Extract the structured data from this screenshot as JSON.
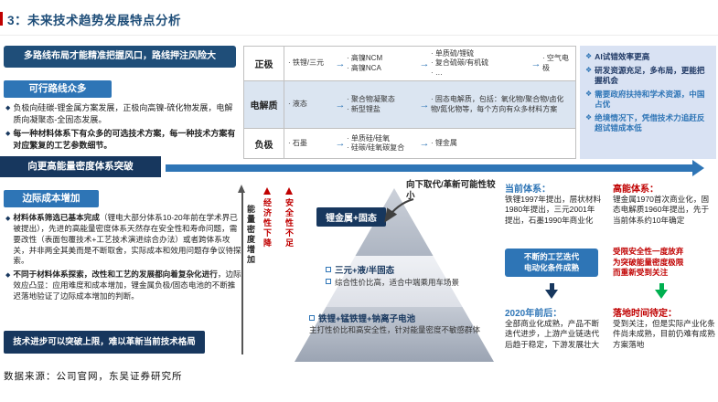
{
  "title": "3：未来技术趋势发展特点分析",
  "source": "数据来源：公司官网，东吴证券研究所",
  "icons": {
    "arrow_right": "→",
    "diamond_bullet": "❖",
    "diamond_small": "◆"
  },
  "colors": {
    "navy": "#17375e",
    "blue": "#2e75b6",
    "red": "#c00000",
    "green": "#00b050",
    "light_blue_bg": "#d9e2f3",
    "accent_red": "#c00000",
    "title_blue": "#1f4e79"
  },
  "left": {
    "headline": "多路线布局才能精准把握风口，路线押注风险大",
    "routes_title": "可行路线众多",
    "routes_bullets": [
      {
        "text": "负极向硅碳-锂金属方案发展，正极向高镍-硫化物发展，电解质向凝聚态-全固态发展。"
      },
      {
        "text": "每一种材料体系下有众多的可选技术方案，每一种技术方案有对应繁复的工艺参数细节。"
      }
    ],
    "banner": "向更高能量密度体系突破",
    "cost_title": "边际成本增加",
    "cost_bullets": [
      {
        "lead": "材料体系筛选已基本完成",
        "rest": "（锂电大部分体系10-20年前在学术界已被提出），先进的高能量密度体系天然存在安全性和寿命问题，需要改性（表面包覆技术+工艺技术演进综合办法）或者跨体系攻关，并非两全其美而是不断取舍，实际成本和效用问题存争议待探索。"
      },
      {
        "lead": "不同于材料体系探索，改性和工艺的发展都向着复杂化进行",
        "rest": "，边际效应凸显：应用难度和成本增加，锂金属负极/固态电池的不断推迟落地验证了边际成本增加的判断。"
      }
    ],
    "conclusion": "技术进步可以突破上限，难以革新当前技术格局"
  },
  "route_table": {
    "rows": [
      {
        "label": "正极",
        "cells": [
          [
            "铁锂/三元"
          ],
          [
            "高镍NCM",
            "高镍NCA"
          ],
          [
            "单质硫/锂硫",
            "复合硫碳/有机硫",
            "…"
          ],
          [
            "空气电极"
          ]
        ]
      },
      {
        "label": "电解质",
        "cells": [
          [
            "液态"
          ],
          [
            "聚合物凝聚态",
            "新型锂盐"
          ],
          [
            "固态电解质，包括：氧化物/聚合物/卤化物/氮化物等，每个方向有众多材料方案"
          ]
        ]
      },
      {
        "label": "负极",
        "cells": [
          [
            "石墨"
          ],
          [
            "单质硅/硅氧",
            "硅碳/硅氧碳复合"
          ],
          [
            "锂金属"
          ]
        ]
      }
    ]
  },
  "insights": [
    {
      "text": "AI试错效率更高"
    },
    {
      "text": "研发资源充足，多布局，更能把握机会"
    },
    {
      "text": "需要政府扶持和学术资源，中国占优"
    },
    {
      "text": "绝境情况下，凭借技术力追赶反超试错成本低"
    }
  ],
  "pyramid": {
    "axes": {
      "energy": "能量密度增加",
      "economy": "经济性下降",
      "safety": "安全性不足"
    },
    "annotation": "向下取代/革新可能性较小",
    "tiers": {
      "top": {
        "label": "锂金属+固态"
      },
      "middle": {
        "title": "三元+液/半固态",
        "desc": "综合性价比高，适合中端乘用车场景"
      },
      "bottom": {
        "title": "铁锂+锰铁锂+钠离子电池",
        "desc": "主打性价比和高安全性，针对能量密度不敏感群体"
      }
    }
  },
  "evolution": {
    "current": {
      "title": "当前体系：",
      "body": "铁锂1997年提出，层状材料1980年提出，三元2001年提出，石墨1990年商业化",
      "driver": "不断的工艺迭代\n电动化条件成熟",
      "stage_title": "2020年前后：",
      "stage_body": "全部商业化成熟，产品不断迭代进步，上游产业链迭代后趋于稳定，下游发展壮大"
    },
    "high_energy": {
      "title": "高能体系：",
      "body": "锂金属1970首次商业化，固态电解质1960年提出，先于当前体系约10年确定",
      "driver": "受限安全性一度放弃\n为突破能量密度极限\n而重新受到关注",
      "stage_title": "落地时间待定：",
      "stage_body": "受到关注，但是实际产业化条件尚未成熟，目前仍难有成熟方案落地"
    }
  }
}
